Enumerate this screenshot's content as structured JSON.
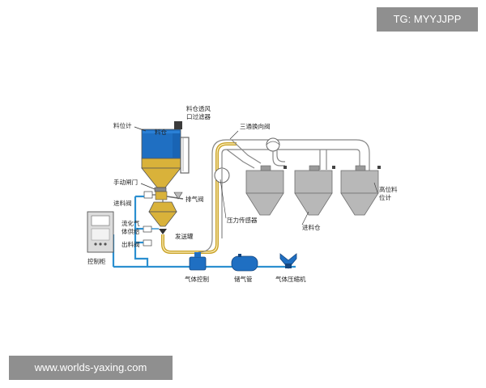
{
  "watermark_top": "TG: MYYJJPP",
  "watermark_bottom": "www.worlds-yaxing.com",
  "labels": {
    "silo_filter": "料仓透风",
    "silo_filter_2": "口过滤器",
    "level_meter": "料位计",
    "silo": "料仓",
    "manual_valve": "手动闸门",
    "inlet_valve": "进料阀",
    "exhaust_valve": "排气阀",
    "fluidizing_gas": "流化气",
    "fluidizing_gas_2": "体供给",
    "outlet_valve": "出料阀",
    "transmitter": "发送罐",
    "control_cabinet": "控制柜",
    "gas_control": "气体控制",
    "air_tank": "储气管",
    "compressor": "气体压缩机",
    "three_way_valve": "三通换向阀",
    "pressure_sensor": "压力传感器",
    "receiving_bin": "进料仓",
    "high_level": "高位料",
    "high_level_2": "位计"
  },
  "colors": {
    "powder": "#d9b23a",
    "silo_top": "#1f6fc2",
    "pipe_blue": "#2b8fd0",
    "pipe_yellow": "#c9a227",
    "bin": "#b8b8b8"
  }
}
